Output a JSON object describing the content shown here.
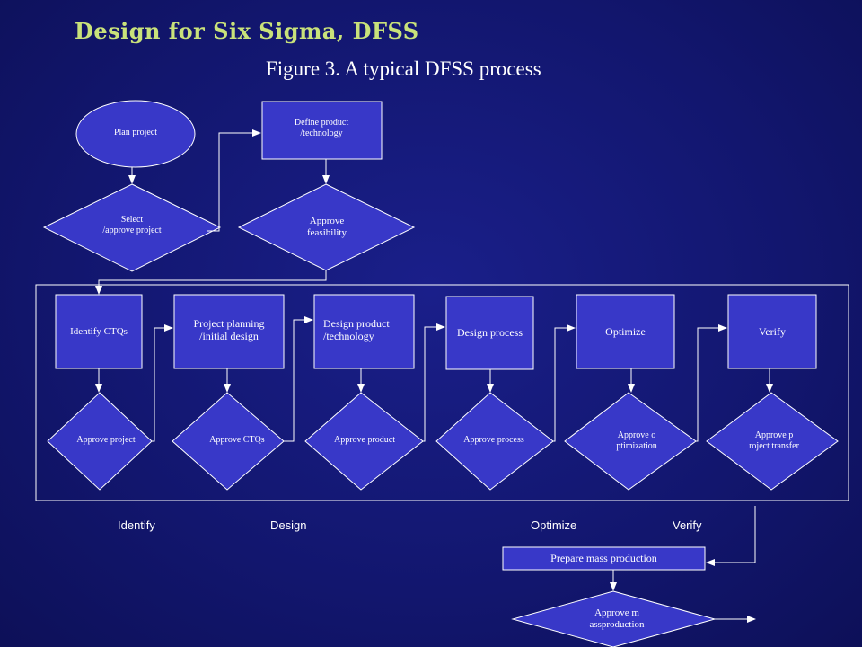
{
  "slide_title": "Design for Six Sigma,  DFSS",
  "figure_title": "Figure 3. A typical DFSS process",
  "top_flow": {
    "plan": "Plan project",
    "select": "Select\n/approve project",
    "define": "Define product\n/technology",
    "feasibility": "Approve\nfeasibility"
  },
  "stages": [
    {
      "box": "Identify CTQs",
      "gate": "Approve project"
    },
    {
      "box": "Project planning\n/initial design",
      "gate": "Approve CTQs"
    },
    {
      "box": "Design product\n/technology",
      "gate": "Approve product"
    },
    {
      "box": "Design process",
      "gate": "Approve process"
    },
    {
      "box": "Optimize",
      "gate": "Approve o\nptimization"
    },
    {
      "box": "Verify",
      "gate": "Approve p\nroject transfer"
    }
  ],
  "phases": [
    "Identify",
    "Design",
    "Optimize",
    "Verify"
  ],
  "final": {
    "prepare": "Prepare mass production",
    "approve": "Approve m\nassproduction"
  },
  "colors": {
    "background": "#12166e",
    "node_fill": "#3838c8",
    "title": "#c9e27a"
  }
}
